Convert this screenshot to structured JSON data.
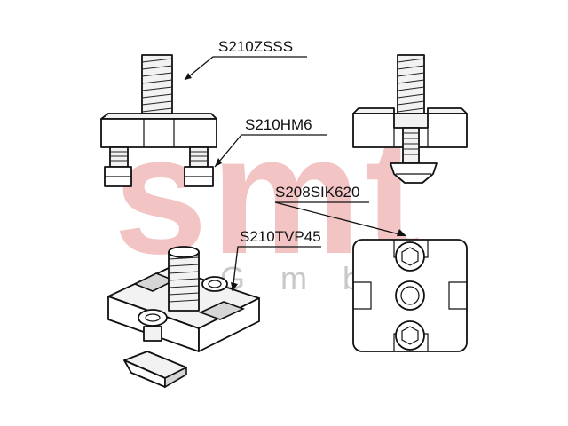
{
  "watermark": {
    "logo_text": "smt",
    "sub_text": "GmbH",
    "logo_color": "#f3c4c4",
    "sub_color": "#c8c8c8"
  },
  "labels": {
    "bolt": "S210ZSSS",
    "nut": "S210HM6",
    "plate": "S210TVP45",
    "screw": "S208SIK620"
  },
  "colors": {
    "line": "#111111",
    "fill": "#f2f2f2",
    "background": "#ffffff"
  }
}
